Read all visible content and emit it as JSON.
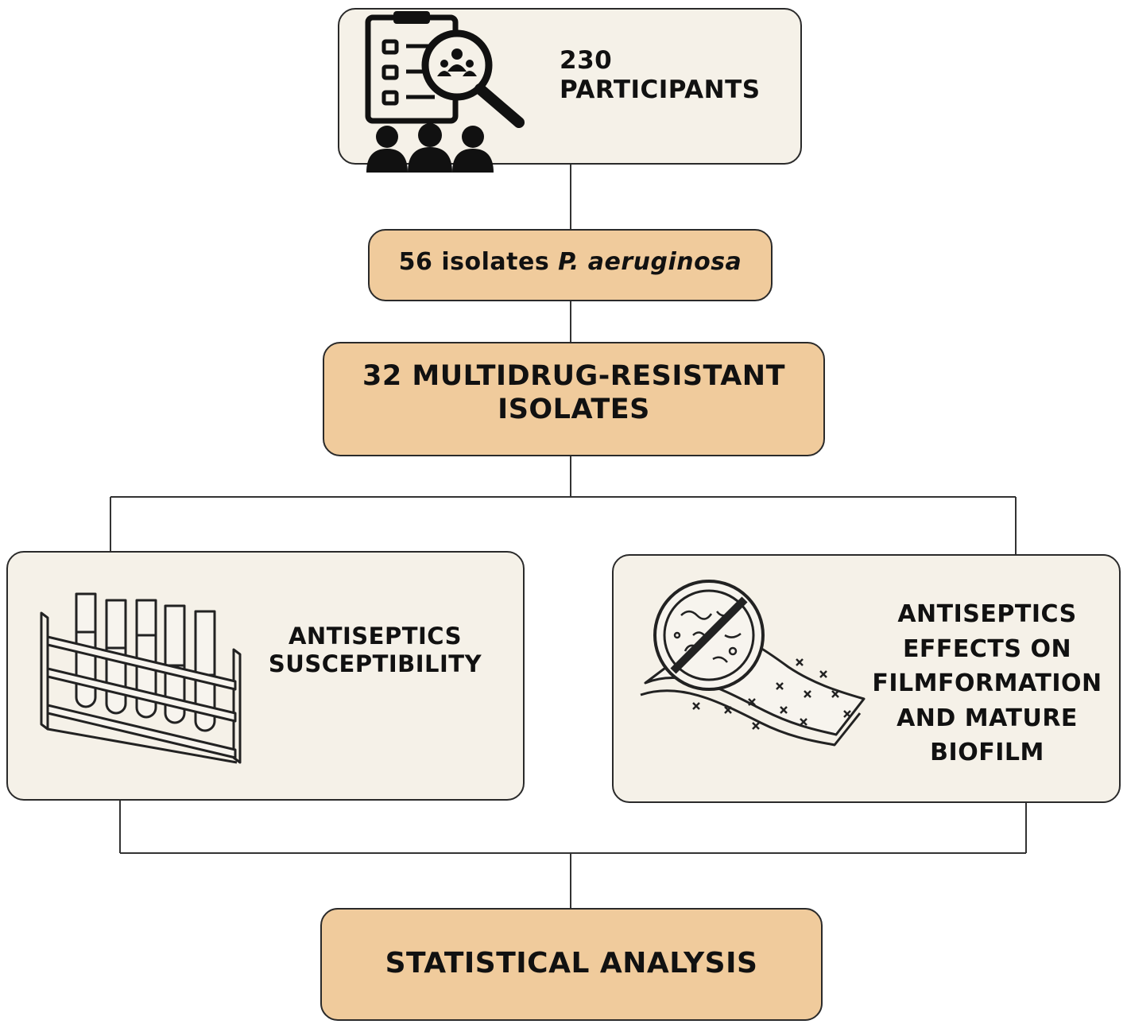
{
  "participants": {
    "line1": "230",
    "line2": "PARTICIPANTS",
    "icon": "survey-magnifier-people-icon"
  },
  "isolates": {
    "text_before": "56 isolates ",
    "organism": "P. aeruginosa"
  },
  "mdr": {
    "line1": "32 MULTIDRUG-RESISTANT",
    "line2": "ISOLATES"
  },
  "susceptibility": {
    "line1": "ANTISEPTICS",
    "line2": "SUSCEPTIBILITY",
    "icon": "test-tube-rack-icon"
  },
  "biofilm": {
    "line1": "ANTISEPTICS",
    "line2": "EFFECTS ON",
    "line3": "FILMFORMATION",
    "line4": "AND MATURE",
    "line5": "BIOFILM",
    "icon": "no-bacteria-surface-icon"
  },
  "stats": {
    "label": "STATISTICAL ANALYSIS"
  },
  "colors": {
    "light_box": "#f5f1e8",
    "tan_box": "#f0cb9c",
    "stroke": "#2a2a2a"
  }
}
